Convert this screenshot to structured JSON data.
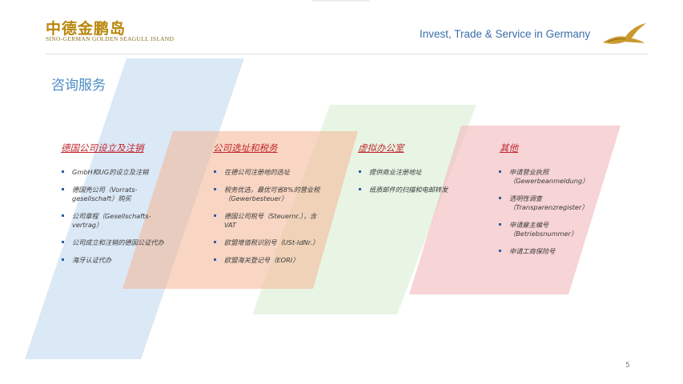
{
  "header": {
    "logo_cn": "中德金鹏岛",
    "logo_en": "SINO-GERMAN GOLDEN SEAGULL ISLAND",
    "tagline": "Invest, Trade & Service in Germany"
  },
  "section_title": "咨询服务",
  "columns": [
    {
      "heading": "德国公司设立及注销",
      "items": [
        "GmbH和UG的设立及注销",
        "德国壳公司（Vorrats-gesellschaft）购买",
        "公司章程（Gesellschafts-vertrag）",
        "公司成立和注销的德国公证代办",
        "海牙认证代办"
      ]
    },
    {
      "heading": "公司选址和税务",
      "items": [
        "在德公司注册地的选址",
        "税务优选，最优可省8%的营业税（Gewerbesteuer）",
        "德国公司税号（Steuernr.），含VAT",
        "欧盟增值税识别号（USt-IdNr.）",
        "欧盟海关登记号（EORI）"
      ]
    },
    {
      "heading": "虚拟办公室",
      "items": [
        "提供商业注册地址",
        "纸质邮件的扫描和电邮转发"
      ]
    },
    {
      "heading": "其他",
      "items": [
        "申请营业执照（Gewerbeanmeldung）",
        "透明性调查（Transparenzregister）",
        "申请雇主编号（Betriebsnummer）",
        "申请工商保险号"
      ]
    }
  ],
  "page_number": "5",
  "colors": {
    "brand_gold": "#b8860b",
    "tagline_blue": "#3a6fa8",
    "heading_red": "#c0262d",
    "shape_blue": "#cfe0f3",
    "shape_orange": "#f4b493",
    "shape_green": "#d9efd4",
    "shape_pink": "#f2b7bb"
  },
  "icons": {
    "logo": "seagull-icon",
    "bullet": "square-bullet-icon"
  }
}
